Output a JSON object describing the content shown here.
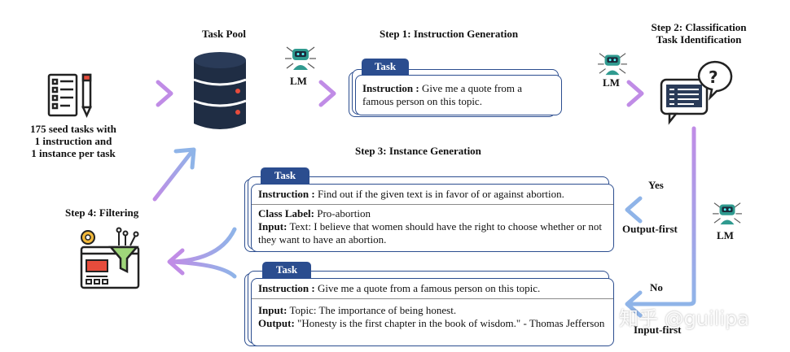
{
  "seed": {
    "line1": "175 seed tasks with",
    "line2": "1 instruction and",
    "line3": "1 instance per task"
  },
  "task_pool_label": "Task Pool",
  "lm_label": "LM",
  "step1": {
    "title": "Step 1: Instruction Generation",
    "tab": "Task",
    "instruction_label": "Instruction :",
    "instruction_text": "Give me a quote from a famous person on this topic."
  },
  "step2": {
    "title_line1": "Step 2: Classification",
    "title_line2": "Task Identification"
  },
  "step3": {
    "title": "Step 3: Instance Generation",
    "card_a": {
      "tab": "Task",
      "instruction_label": "Instruction :",
      "instruction_text": "Find out if the given text is in favor of or against abortion.",
      "class_label": "Class Label:",
      "class_value": "Pro-abortion",
      "input_label": "Input:",
      "input_text": "Text: I believe that women should have the right to choose whether or not they want to have an abortion."
    },
    "card_b": {
      "tab": "Task",
      "instruction_label": "Instruction :",
      "instruction_text": "Give me a quote from a famous person on this topic.",
      "input_label": "Input:",
      "input_text": "Topic: The importance of being honest.",
      "output_label": "Output:",
      "output_text": "\"Honesty is the first chapter in the book of wisdom.\" - Thomas Jefferson"
    }
  },
  "step4": {
    "title": "Step 4: Filtering"
  },
  "branches": {
    "yes": "Yes",
    "output_first": "Output-first",
    "no": "No",
    "input_first": "Input-first"
  },
  "watermark": "知乎 @guilipa",
  "colors": {
    "card_border": "#2b4d8f",
    "tab_fill": "#2b4d8f",
    "arrow_blue": "#8fb4e8",
    "arrow_purple": "#c08ce6"
  }
}
